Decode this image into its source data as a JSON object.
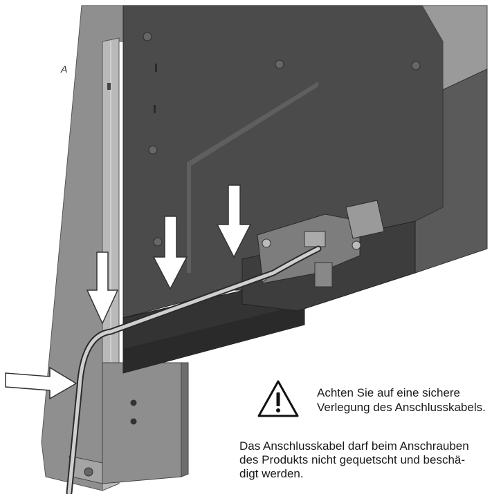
{
  "diagram": {
    "label": "A",
    "warning": {
      "title_line1": "Achten Sie auf eine sichere",
      "title_line2": "Verlegung des Anschlusskabels.",
      "body_line1": "Das Anschlusskabel darf beim Anschrauben",
      "body_line2": "des Produkts nicht gequetscht und beschä-",
      "body_line3": "digt werden."
    },
    "colors": {
      "dark_housing": "#4a4a4a",
      "mid_housing": "#5c5c5c",
      "rail": "#8a8a8a",
      "arrow_fill": "#ffffff",
      "arrow_stroke": "#333333"
    }
  }
}
